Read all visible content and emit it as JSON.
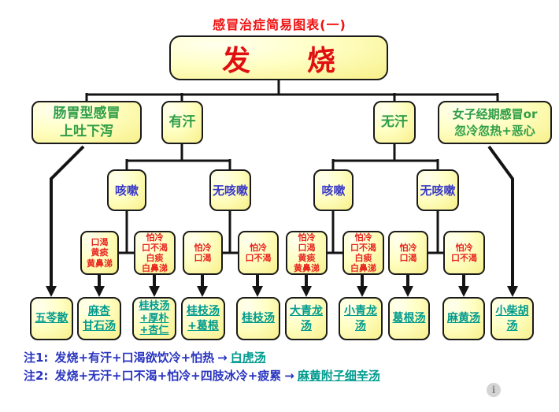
{
  "title": "感冒治症简易图表(一)",
  "root": {
    "label": "发　　烧"
  },
  "level2": {
    "changwei": {
      "lines": [
        "肠胃型感冒",
        "上吐下泻"
      ]
    },
    "youhan": {
      "lines": [
        "有汗"
      ]
    },
    "wuhan": {
      "lines": [
        "无汗"
      ]
    },
    "nvzi": {
      "lines": [
        "女子经期感冒or",
        "忽冷忽热+恶心"
      ]
    }
  },
  "level3": [
    {
      "label": "咳嗽"
    },
    {
      "label": "无咳嗽"
    },
    {
      "label": "咳嗽"
    },
    {
      "label": "无咳嗽"
    }
  ],
  "symptoms": [
    {
      "lines": [
        "口渴",
        "黄痰",
        "黄鼻涕"
      ]
    },
    {
      "lines": [
        "怕冷",
        "口不渴",
        "白痰",
        "白鼻涕"
      ]
    },
    {
      "lines": [
        "怕冷",
        "口渴"
      ]
    },
    {
      "lines": [
        "怕冷",
        "口不渴"
      ]
    },
    {
      "lines": [
        "怕冷",
        "口渴",
        "黄痰",
        "黄鼻涕"
      ]
    },
    {
      "lines": [
        "怕冷",
        "口不渴",
        "白痰",
        "白鼻涕"
      ]
    },
    {
      "lines": [
        "怕冷",
        "口渴"
      ]
    },
    {
      "lines": [
        "怕冷",
        "口不渴"
      ]
    }
  ],
  "remedies": [
    {
      "lines": [
        "五苓散"
      ]
    },
    {
      "lines": [
        "麻杏",
        "甘石汤"
      ]
    },
    {
      "lines": [
        "桂枝汤",
        "+厚朴",
        "+杏仁"
      ]
    },
    {
      "lines": [
        "桂枝汤",
        "+葛根"
      ]
    },
    {
      "lines": [
        "桂枝汤"
      ]
    },
    {
      "lines": [
        "大青龙",
        "汤"
      ]
    },
    {
      "lines": [
        "小青龙",
        "汤"
      ]
    },
    {
      "lines": [
        "葛根汤"
      ]
    },
    {
      "lines": [
        "麻黄汤"
      ]
    },
    {
      "lines": [
        "小柴胡",
        "汤"
      ]
    }
  ],
  "notes": [
    {
      "prefix": "注1:",
      "text": "发烧+有汗+口渴欲饮冷+怕热",
      "arrow": "→",
      "remedy": "白虎汤"
    },
    {
      "prefix": "注2:",
      "text": "发烧+无汗+口不渴+怕冷+四肢冰冷+疲累",
      "arrow": "→",
      "remedy": "麻黄附子细辛汤"
    }
  ],
  "colors": {
    "title_red": "#ee1111",
    "fever_red": "#e01010",
    "node_green": "#2f9e47",
    "node_blue": "#3a3ac8",
    "symptom_red": "#e8251f",
    "remedy_teal": "#009b8e",
    "note_blue": "#2a35c0",
    "box_fill": "#ffffb8",
    "box_border": "#1a1a1a"
  }
}
